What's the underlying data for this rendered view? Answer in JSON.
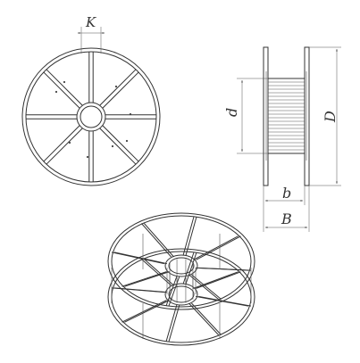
{
  "labels": {
    "K": "K",
    "d": "d",
    "D": "D",
    "b": "b",
    "B": "B"
  }
}
